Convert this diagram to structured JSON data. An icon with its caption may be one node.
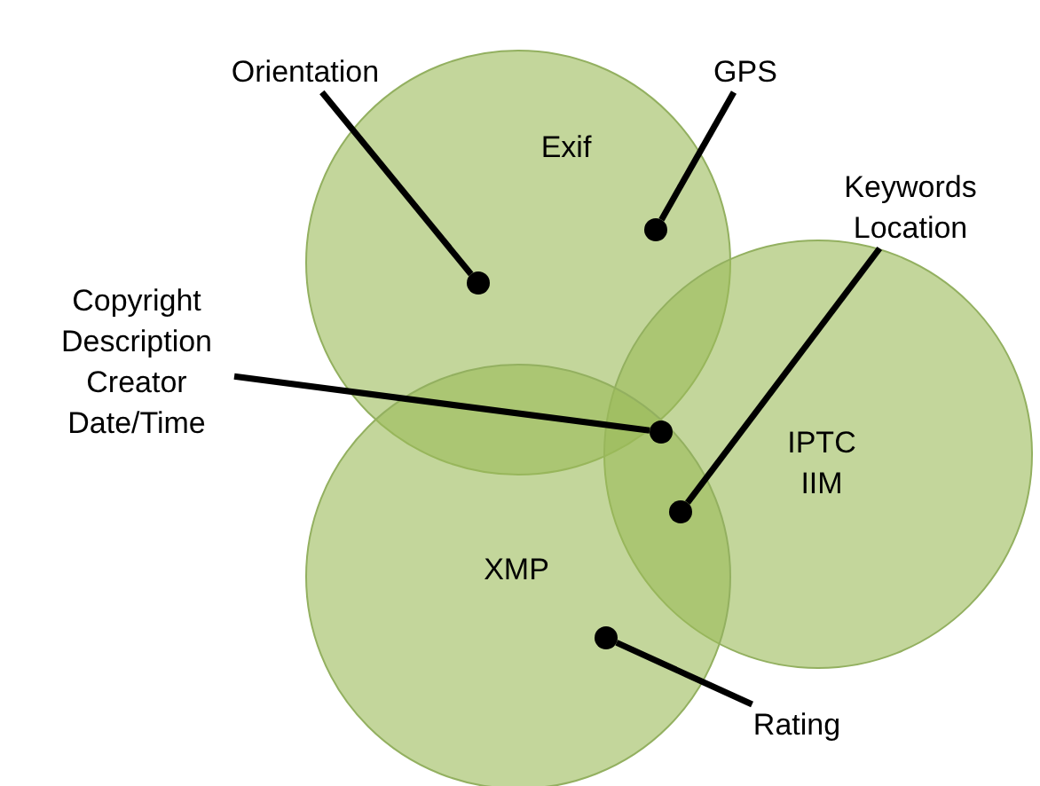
{
  "diagram": {
    "nodes": [
      {
        "text": [
          "Exif"
        ]
      },
      {
        "text": [
          "IPTC IIM"
        ]
      },
      {
        "text": [
          "XMP"
        ]
      },
      {
        "text": [
          "Orientation"
        ]
      },
      {
        "text": [
          "GPS"
        ]
      },
      {
        "text": [
          "Keywords Location"
        ]
      },
      {
        "text": [
          "Copyright Description Creator Date/Time"
        ]
      },
      {
        "text": [
          "Rating"
        ]
      },
      {
        "text": [],
        "shape": "circle",
        "in": 0
      },
      {
        "text": [],
        "shape": "circle",
        "in": 0
      },
      {
        "text": [],
        "shape": "circle"
      },
      {
        "text": [],
        "shape": "circle"
      },
      {
        "text": [],
        "shape": "circle",
        "in": 2
      }
    ],
    "edges": [
      {
        "from": 3,
        "to": 8,
        "arrow": "none"
      },
      {
        "from": 4,
        "to": 9,
        "arrow": "none"
      },
      {
        "from": 5,
        "to": 10,
        "arrow": "none"
      },
      {
        "from": 6,
        "to": 11,
        "arrow": "none"
      },
      {
        "from": 7,
        "to": 12,
        "arrow": "none"
      }
    ]
  }
}
